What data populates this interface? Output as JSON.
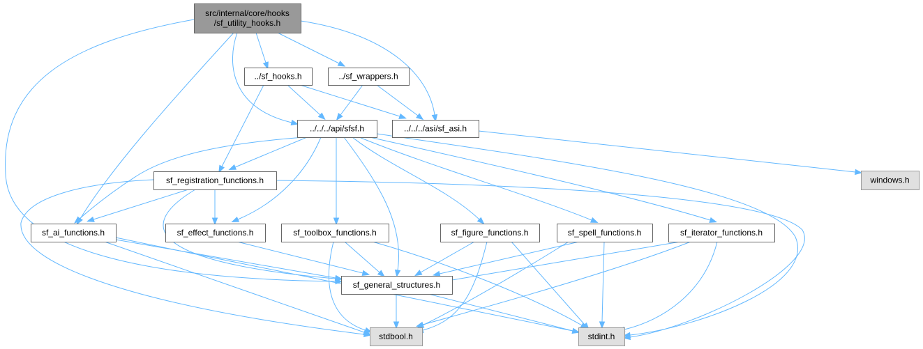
{
  "colors": {
    "edge": "#63b8ff",
    "root_fill": "#999999",
    "root_border": "#666666",
    "node_fill": "#ffffff",
    "node_border": "#666666",
    "external_fill": "#e0e0e0",
    "external_border": "#999999"
  },
  "nodes": [
    {
      "id": "root",
      "kind": "root",
      "lines": [
        "src/internal/core/hooks",
        "/sf_utility_hooks.h"
      ]
    },
    {
      "id": "sf_hooks",
      "kind": "file",
      "lines": [
        "../sf_hooks.h"
      ]
    },
    {
      "id": "sf_wrappers",
      "kind": "file",
      "lines": [
        "../sf_wrappers.h"
      ]
    },
    {
      "id": "sfsf",
      "kind": "file",
      "lines": [
        "../../../api/sfsf.h"
      ]
    },
    {
      "id": "sf_asi",
      "kind": "file",
      "lines": [
        "../../../asi/sf_asi.h"
      ]
    },
    {
      "id": "windows",
      "kind": "external",
      "lines": [
        "windows.h"
      ]
    },
    {
      "id": "sf_registration_functions",
      "kind": "file",
      "lines": [
        "sf_registration_functions.h"
      ]
    },
    {
      "id": "sf_ai_functions",
      "kind": "file",
      "lines": [
        "sf_ai_functions.h"
      ]
    },
    {
      "id": "sf_effect_functions",
      "kind": "file",
      "lines": [
        "sf_effect_functions.h"
      ]
    },
    {
      "id": "sf_toolbox_functions",
      "kind": "file",
      "lines": [
        "sf_toolbox_functions.h"
      ]
    },
    {
      "id": "sf_figure_functions",
      "kind": "file",
      "lines": [
        "sf_figure_functions.h"
      ]
    },
    {
      "id": "sf_spell_functions",
      "kind": "file",
      "lines": [
        "sf_spell_functions.h"
      ]
    },
    {
      "id": "sf_iterator_functions",
      "kind": "file",
      "lines": [
        "sf_iterator_functions.h"
      ]
    },
    {
      "id": "sf_general_structures",
      "kind": "file",
      "lines": [
        "sf_general_structures.h"
      ]
    },
    {
      "id": "stdbool",
      "kind": "external",
      "lines": [
        "stdbool.h"
      ]
    },
    {
      "id": "stdint",
      "kind": "external",
      "lines": [
        "stdint.h"
      ]
    }
  ],
  "edges": [
    {
      "from": "root",
      "to": "sf_hooks"
    },
    {
      "from": "root",
      "to": "sf_wrappers"
    },
    {
      "from": "root",
      "to": "sfsf"
    },
    {
      "from": "root",
      "to": "sf_asi"
    },
    {
      "from": "root",
      "to": "sf_ai_functions"
    },
    {
      "from": "root",
      "to": "sf_general_structures"
    },
    {
      "from": "sf_hooks",
      "to": "sfsf"
    },
    {
      "from": "sf_hooks",
      "to": "sf_asi"
    },
    {
      "from": "sf_hooks",
      "to": "sf_registration_functions"
    },
    {
      "from": "sf_wrappers",
      "to": "sfsf"
    },
    {
      "from": "sf_wrappers",
      "to": "sf_asi"
    },
    {
      "from": "sf_asi",
      "to": "windows"
    },
    {
      "from": "sfsf",
      "to": "sf_registration_functions"
    },
    {
      "from": "sfsf",
      "to": "sf_ai_functions"
    },
    {
      "from": "sfsf",
      "to": "sf_effect_functions"
    },
    {
      "from": "sfsf",
      "to": "sf_toolbox_functions"
    },
    {
      "from": "sfsf",
      "to": "sf_figure_functions"
    },
    {
      "from": "sfsf",
      "to": "sf_spell_functions"
    },
    {
      "from": "sfsf",
      "to": "sf_iterator_functions"
    },
    {
      "from": "sfsf",
      "to": "sf_general_structures"
    },
    {
      "from": "sfsf",
      "to": "stdint"
    },
    {
      "from": "sf_registration_functions",
      "to": "sf_ai_functions"
    },
    {
      "from": "sf_registration_functions",
      "to": "sf_effect_functions"
    },
    {
      "from": "sf_registration_functions",
      "to": "sf_general_structures"
    },
    {
      "from": "sf_registration_functions",
      "to": "stdbool"
    },
    {
      "from": "sf_registration_functions",
      "to": "stdint"
    },
    {
      "from": "sf_ai_functions",
      "to": "sf_general_structures"
    },
    {
      "from": "sf_ai_functions",
      "to": "stdbool"
    },
    {
      "from": "sf_ai_functions",
      "to": "stdint"
    },
    {
      "from": "sf_effect_functions",
      "to": "sf_general_structures"
    },
    {
      "from": "sf_toolbox_functions",
      "to": "sf_general_structures"
    },
    {
      "from": "sf_toolbox_functions",
      "to": "stdbool"
    },
    {
      "from": "sf_toolbox_functions",
      "to": "stdint"
    },
    {
      "from": "sf_figure_functions",
      "to": "sf_general_structures"
    },
    {
      "from": "sf_figure_functions",
      "to": "stdbool"
    },
    {
      "from": "sf_figure_functions",
      "to": "stdint"
    },
    {
      "from": "sf_spell_functions",
      "to": "sf_general_structures"
    },
    {
      "from": "sf_spell_functions",
      "to": "stdbool"
    },
    {
      "from": "sf_spell_functions",
      "to": "stdint"
    },
    {
      "from": "sf_iterator_functions",
      "to": "sf_general_structures"
    },
    {
      "from": "sf_iterator_functions",
      "to": "stdbool"
    },
    {
      "from": "sf_iterator_functions",
      "to": "stdint"
    },
    {
      "from": "sf_general_structures",
      "to": "stdbool"
    },
    {
      "from": "sf_general_structures",
      "to": "stdint"
    }
  ]
}
